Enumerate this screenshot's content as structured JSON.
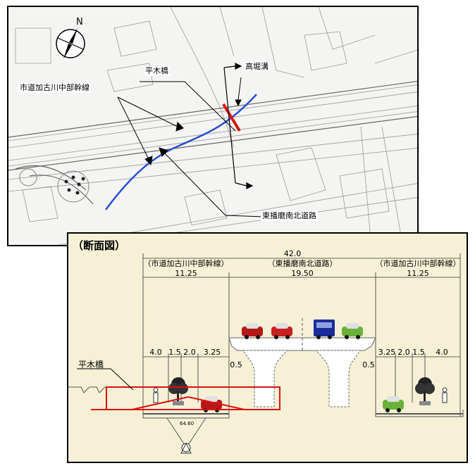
{
  "map": {
    "compass_letter": "N",
    "labels": {
      "hiraki_bridge": "平木橋",
      "takahori_channel": "高堀溝",
      "city_road": "市道加古川中部幹線",
      "higashi_harima": "東播磨南北道路"
    },
    "colors": {
      "route": "#2850d0",
      "bridge": "#e01010"
    }
  },
  "section": {
    "title": "（断面図）",
    "total_width": "42.0",
    "segments": [
      {
        "name": "（市道加古川中部幹線）",
        "width": "11.25"
      },
      {
        "name": "（東播磨南北道路）",
        "width": "19.50"
      },
      {
        "name": "（市道加古川中部幹線）",
        "width": "11.25"
      }
    ],
    "left_dims": [
      "4.0",
      "1.5",
      "2.0",
      "3.25"
    ],
    "left_offset": "0.5",
    "right_dims": [
      "3.25",
      "2.0",
      "1.5",
      "4.0"
    ],
    "right_offset": "0.5",
    "bridge_label": "平木橋",
    "elevation": "64.60",
    "colors": {
      "bridge_outline": "#e01010",
      "background": "#f6f1d6"
    }
  }
}
